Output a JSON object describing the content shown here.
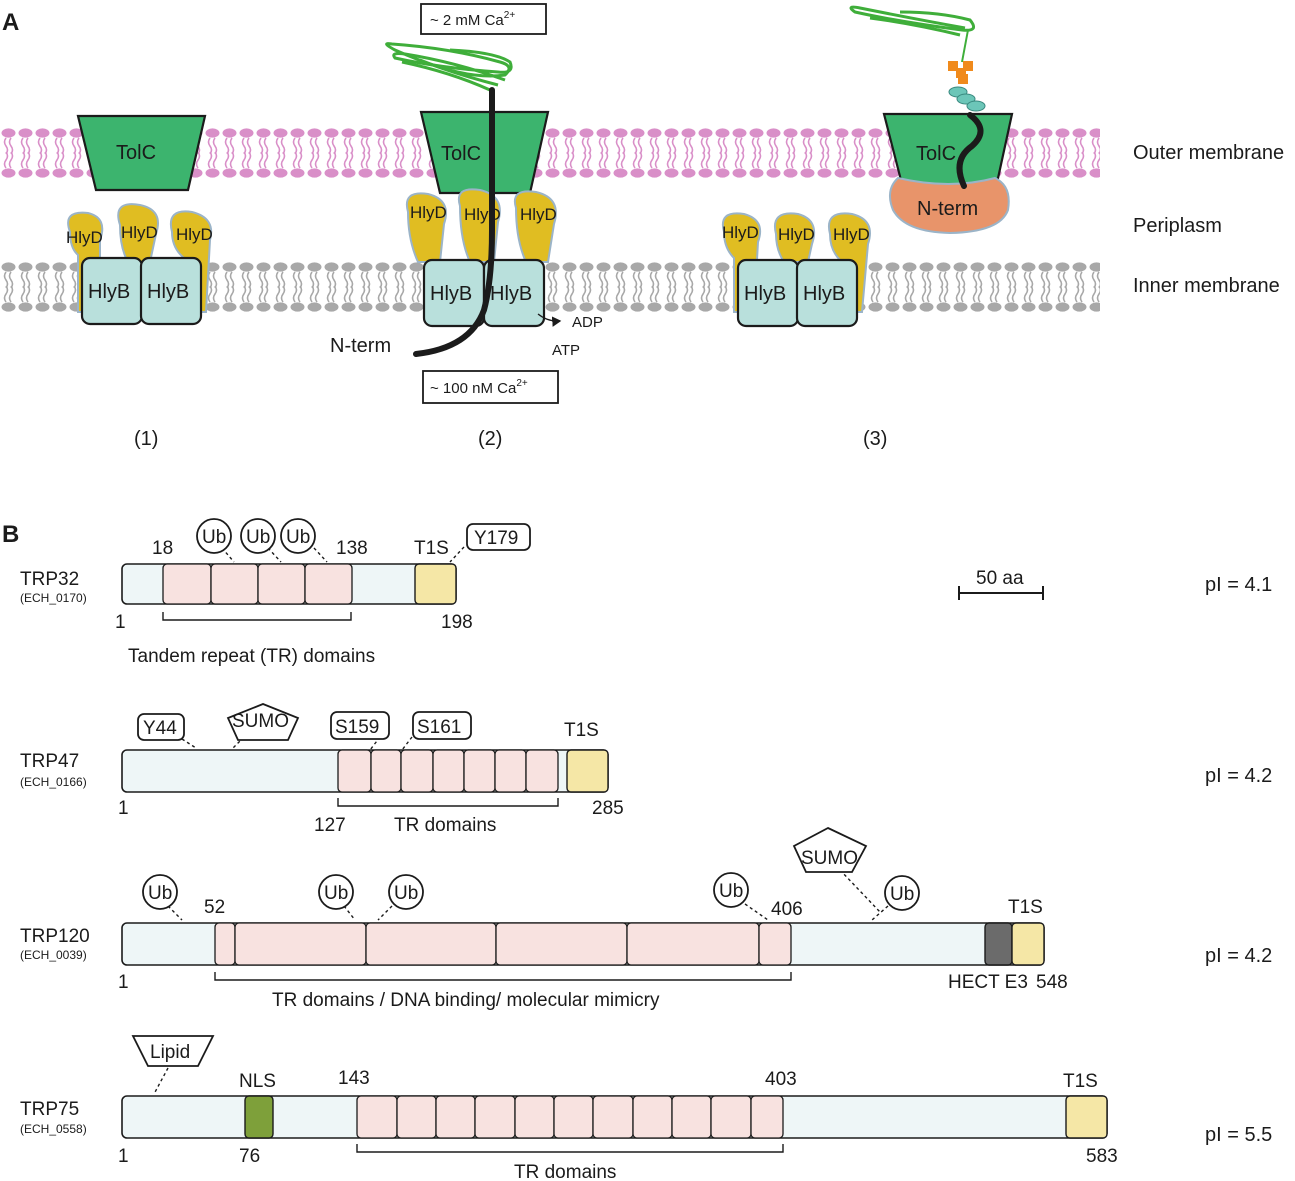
{
  "panel_a": {
    "label": "A",
    "layers": {
      "outer": "Outer membrane",
      "periplasm": "Periplasm",
      "inner": "Inner membrane"
    },
    "protein_labels": {
      "tolc": "TolC",
      "hlyd": "HlyD",
      "hlyb": "HlyB",
      "nterm_domain": "N-term"
    },
    "steps": [
      "(1)",
      "(2)",
      "(3)"
    ],
    "ca_top": "~ 2 mM Ca",
    "ca_top_sup": "2+",
    "ca_bottom": "~ 100 nM Ca",
    "ca_bottom_sup": "2+",
    "adp": "ADP",
    "atp": "ATP",
    "nterm_chain": "N-term",
    "colors": {
      "tolc": "#3cb46e",
      "hlyd": "#e0bd22",
      "hlyb": "#b9e0dc",
      "membrane": "#d98fc8",
      "inner_membrane": "#a8a8a8",
      "nterm": "#e8946a"
    }
  },
  "panel_b": {
    "label": "B",
    "scale_bar": "50 aa",
    "proteins": [
      {
        "name": "TRP32",
        "locus": "(ECH_0170)",
        "pi": "pI = 4.1",
        "start": "1",
        "end": "198",
        "tr_start": "18",
        "tr_end": "138",
        "t1s": "T1S",
        "ub": [
          "Ub",
          "Ub",
          "Ub"
        ],
        "sites": [
          "Y179"
        ],
        "bracket_label": "Tandem repeat (TR) domains"
      },
      {
        "name": "TRP47",
        "locus": "(ECH_0166)",
        "pi": "pI = 4.2",
        "start": "1",
        "end": "285",
        "tr_start": "127",
        "t1s": "T1S",
        "sumo": "SUMO",
        "sites": [
          "Y44",
          "S159",
          "S161"
        ],
        "bracket_label": "TR domains"
      },
      {
        "name": "TRP120",
        "locus": "(ECH_0039)",
        "pi": "pI = 4.2",
        "start": "1",
        "end": "548",
        "tr_start": "52",
        "tr_end": "406",
        "t1s": "T1S",
        "hect": "HECT E3",
        "sumo": "SUMO",
        "ub": [
          "Ub",
          "Ub",
          "Ub",
          "Ub",
          "Ub"
        ],
        "bracket_label": "TR domains / DNA binding/ molecular mimicry"
      },
      {
        "name": "TRP75",
        "locus": "(ECH_0558)",
        "pi": "pI = 5.5",
        "start": "1",
        "end": "583",
        "tr_start": "143",
        "tr_end": "403",
        "nls": "NLS",
        "nls_pos": "76",
        "t1s": "T1S",
        "lipid": "Lipid",
        "bracket_label": "TR domains"
      }
    ]
  }
}
